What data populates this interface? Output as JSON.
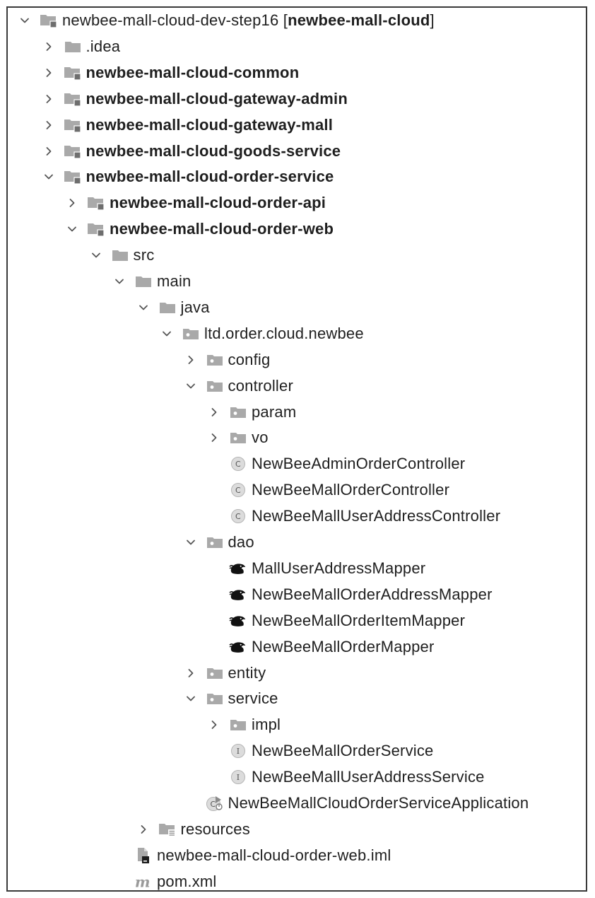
{
  "colors": {
    "folder": "#a9a9a9",
    "folder_dark": "#8c8c8c",
    "chevron": "#555555",
    "text": "#1f1f1f"
  },
  "tree": [
    {
      "depth": 0,
      "expand": "open",
      "icon": "module-folder-icon",
      "name": "project-root",
      "label": "newbee-mall-cloud-dev-step16 [",
      "label_bold": "newbee-mall-cloud",
      "label_end": "]",
      "bold": false
    },
    {
      "depth": 1,
      "expand": "closed",
      "icon": "folder-icon",
      "name": "folder-idea",
      "label": ".idea",
      "bold": false
    },
    {
      "depth": 1,
      "expand": "closed",
      "icon": "module-folder-icon",
      "name": "module-common",
      "label": "newbee-mall-cloud-common",
      "bold": true
    },
    {
      "depth": 1,
      "expand": "closed",
      "icon": "module-folder-icon",
      "name": "module-gateway-admin",
      "label": "newbee-mall-cloud-gateway-admin",
      "bold": true
    },
    {
      "depth": 1,
      "expand": "closed",
      "icon": "module-folder-icon",
      "name": "module-gateway-mall",
      "label": "newbee-mall-cloud-gateway-mall",
      "bold": true
    },
    {
      "depth": 1,
      "expand": "closed",
      "icon": "module-folder-icon",
      "name": "module-goods-service",
      "label": "newbee-mall-cloud-goods-service",
      "bold": true
    },
    {
      "depth": 1,
      "expand": "open",
      "icon": "module-folder-icon",
      "name": "module-order-service",
      "label": "newbee-mall-cloud-order-service",
      "bold": true
    },
    {
      "depth": 2,
      "expand": "closed",
      "icon": "module-folder-icon",
      "name": "module-order-api",
      "label": "newbee-mall-cloud-order-api",
      "bold": true
    },
    {
      "depth": 2,
      "expand": "open",
      "icon": "module-folder-icon",
      "name": "module-order-web",
      "label": "newbee-mall-cloud-order-web",
      "bold": true
    },
    {
      "depth": 3,
      "expand": "open",
      "icon": "folder-icon",
      "name": "folder-src",
      "label": "src",
      "bold": false
    },
    {
      "depth": 4,
      "expand": "open",
      "icon": "folder-icon",
      "name": "folder-main",
      "label": "main",
      "bold": false
    },
    {
      "depth": 5,
      "expand": "open",
      "icon": "folder-icon",
      "name": "folder-java",
      "label": "java",
      "bold": false
    },
    {
      "depth": 6,
      "expand": "open",
      "icon": "package-icon",
      "name": "package-ltd-order-cloud-newbee",
      "label": "ltd.order.cloud.newbee",
      "bold": false
    },
    {
      "depth": 7,
      "expand": "closed",
      "icon": "package-icon",
      "name": "package-config",
      "label": "config",
      "bold": false
    },
    {
      "depth": 7,
      "expand": "open",
      "icon": "package-icon",
      "name": "package-controller",
      "label": "controller",
      "bold": false
    },
    {
      "depth": 8,
      "expand": "closed",
      "icon": "package-icon",
      "name": "package-param",
      "label": "param",
      "bold": false
    },
    {
      "depth": 8,
      "expand": "closed",
      "icon": "package-icon",
      "name": "package-vo",
      "label": "vo",
      "bold": false
    },
    {
      "depth": 8,
      "expand": "none",
      "icon": "class-icon",
      "name": "class-admin-order-controller",
      "label": "NewBeeAdminOrderController",
      "bold": false
    },
    {
      "depth": 8,
      "expand": "none",
      "icon": "class-icon",
      "name": "class-mall-order-controller",
      "label": "NewBeeMallOrderController",
      "bold": false
    },
    {
      "depth": 8,
      "expand": "none",
      "icon": "class-icon",
      "name": "class-user-address-controller",
      "label": "NewBeeMallUserAddressController",
      "bold": false
    },
    {
      "depth": 7,
      "expand": "open",
      "icon": "package-icon",
      "name": "package-dao",
      "label": "dao",
      "bold": false
    },
    {
      "depth": 8,
      "expand": "none",
      "icon": "mybatis-icon",
      "name": "mapper-mall-user-address",
      "label": "MallUserAddressMapper",
      "bold": false
    },
    {
      "depth": 8,
      "expand": "none",
      "icon": "mybatis-icon",
      "name": "mapper-order-address",
      "label": "NewBeeMallOrderAddressMapper",
      "bold": false
    },
    {
      "depth": 8,
      "expand": "none",
      "icon": "mybatis-icon",
      "name": "mapper-order-item",
      "label": "NewBeeMallOrderItemMapper",
      "bold": false
    },
    {
      "depth": 8,
      "expand": "none",
      "icon": "mybatis-icon",
      "name": "mapper-order",
      "label": "NewBeeMallOrderMapper",
      "bold": false
    },
    {
      "depth": 7,
      "expand": "closed",
      "icon": "package-icon",
      "name": "package-entity",
      "label": "entity",
      "bold": false
    },
    {
      "depth": 7,
      "expand": "open",
      "icon": "package-icon",
      "name": "package-service",
      "label": "service",
      "bold": false
    },
    {
      "depth": 8,
      "expand": "closed",
      "icon": "package-icon",
      "name": "package-impl",
      "label": "impl",
      "bold": false
    },
    {
      "depth": 8,
      "expand": "none",
      "icon": "interface-icon",
      "name": "interface-order-service",
      "label": "NewBeeMallOrderService",
      "bold": false
    },
    {
      "depth": 8,
      "expand": "none",
      "icon": "interface-icon",
      "name": "interface-user-address-service",
      "label": "NewBeeMallUserAddressService",
      "bold": false
    },
    {
      "depth": 7,
      "expand": "none",
      "icon": "spring-boot-class-icon",
      "name": "class-order-service-application",
      "label": "NewBeeMallCloudOrderServiceApplication",
      "bold": false
    },
    {
      "depth": 5,
      "expand": "closed",
      "icon": "resources-folder-icon",
      "name": "folder-resources",
      "label": "resources",
      "bold": false
    },
    {
      "depth": 4,
      "expand": "none",
      "icon": "iml-file-icon",
      "name": "file-order-web-iml",
      "label": "newbee-mall-cloud-order-web.iml",
      "bold": false
    },
    {
      "depth": 4,
      "expand": "none",
      "icon": "maven-pom-icon",
      "name": "file-pom-xml",
      "label": "pom.xml",
      "bold": false
    }
  ]
}
